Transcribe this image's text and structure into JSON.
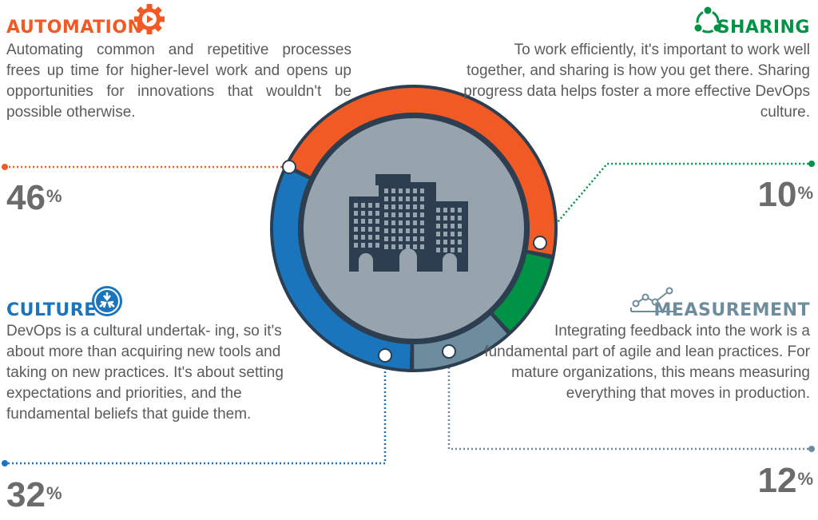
{
  "chart_data": {
    "type": "pie",
    "categories": [
      "Automation",
      "Sharing",
      "Measurement",
      "Culture"
    ],
    "values": [
      46,
      10,
      12,
      32
    ],
    "colors": [
      "#f15a24",
      "#009245",
      "#6d8d9e",
      "#1b75bc"
    ]
  },
  "sections": {
    "automation": {
      "title": "AUTOMATION",
      "text": "Automating common and repetitive processes frees up time for higher-level work and opens up opportunities for innovations that wouldn't be possible otherwise.",
      "value": "46",
      "unit": "%",
      "color": "#f15a24",
      "icon": "gear-play-icon"
    },
    "sharing": {
      "title": "SHARING",
      "text": "To work efficiently, it's important to work well together, and sharing is how you get there. Sharing progress data helps foster a more effective DevOps culture.",
      "value": "10",
      "unit": "%",
      "color": "#009245",
      "icon": "share-nodes-icon"
    },
    "culture": {
      "title": "CULTURE",
      "text": "DevOps is a cultural undertak- ing, so it's about more than acquiring new tools and taking on new practices. It's about setting expectations and priorities, and the fundamental beliefs that guide them.",
      "value": "32",
      "unit": "%",
      "color": "#1b75bc",
      "icon": "converging-arrows-icon"
    },
    "measurement": {
      "title": "MEASUREMENT",
      "text": "Integrating feedback into the work is a fundamental part of agile and lean practices. For mature organizations, this means measuring everything that moves in production.",
      "value": "12",
      "unit": "%",
      "color": "#6d8d9e",
      "icon": "line-graph-icon"
    }
  },
  "center": {
    "icon": "office-building-icon",
    "ring_color": "#2c3e50",
    "inner_color": "#97a3ad"
  }
}
